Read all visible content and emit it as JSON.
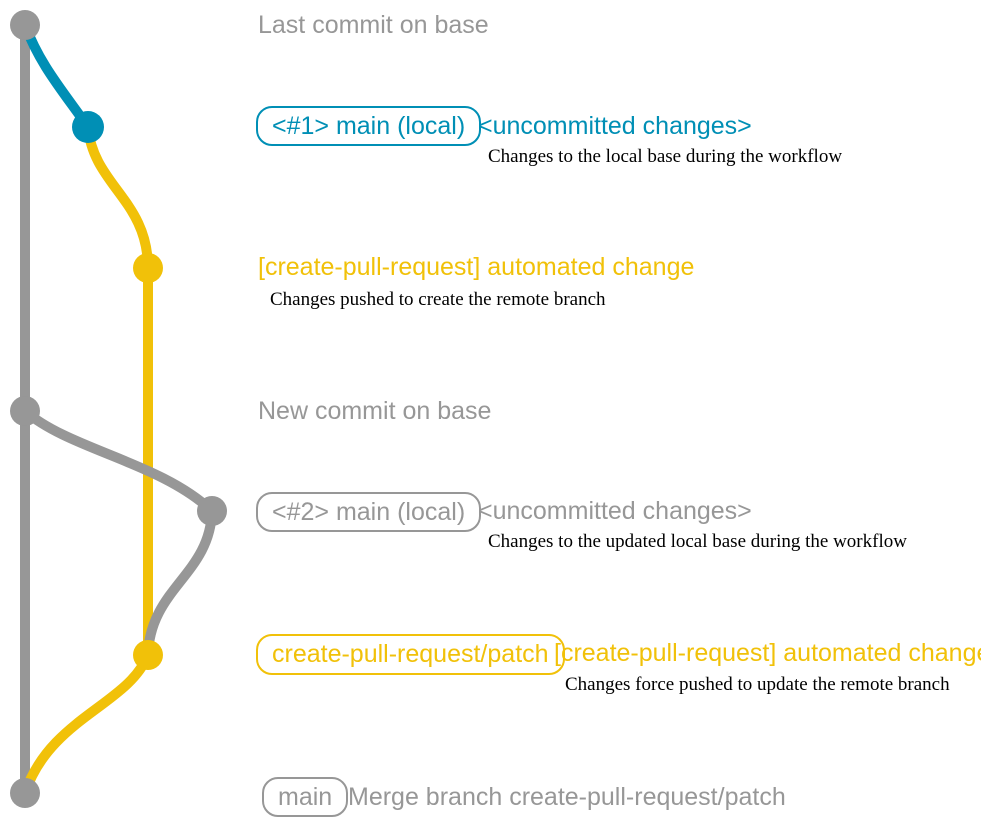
{
  "colors": {
    "gray": "#979797",
    "blue": "#008fb5",
    "yellow": "#f1c109",
    "ink": "#000000"
  },
  "graph": {
    "branch_colors": {
      "base": "#979797",
      "main_local": "#008fb5",
      "create_pull_request_patch": "#f1c109"
    },
    "commits": [
      {
        "name": "last-commit-on-base",
        "color": "gray"
      },
      {
        "name": "main-local-1",
        "color": "blue"
      },
      {
        "name": "automated-change-1",
        "color": "yellow"
      },
      {
        "name": "new-commit-on-base",
        "color": "gray"
      },
      {
        "name": "main-local-2",
        "color": "gray"
      },
      {
        "name": "automated-change-2",
        "color": "yellow"
      },
      {
        "name": "merge-commit",
        "color": "gray"
      }
    ]
  },
  "rows": {
    "last_commit": {
      "title": "Last commit on base"
    },
    "commit1": {
      "badge": "<#1> main (local)",
      "message": "<uncommitted changes>",
      "description": "Changes to the local base during the workflow"
    },
    "commit2": {
      "message": "[create-pull-request] automated change",
      "description": "Changes pushed to create the remote branch"
    },
    "new_commit": {
      "title": "New commit on base"
    },
    "commit3": {
      "badge": "<#2> main (local)",
      "message": "<uncommitted changes>",
      "description": "Changes to the updated local base during the workflow"
    },
    "commit4": {
      "badge": "create-pull-request/patch",
      "message": "[create-pull-request] automated change",
      "description": "Changes force pushed to update the remote branch"
    },
    "merge": {
      "badge": "main",
      "message": "Merge branch create-pull-request/patch"
    }
  }
}
